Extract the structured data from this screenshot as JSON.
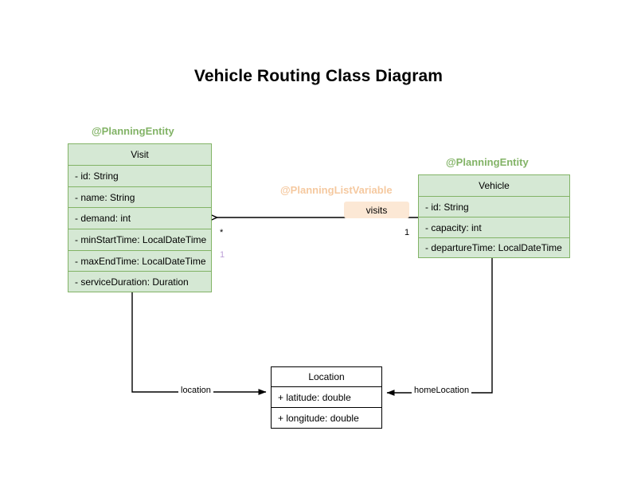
{
  "title": "Vehicle Routing Class Diagram",
  "classes": {
    "visit": {
      "annotation": "@PlanningEntity",
      "name": "Visit",
      "attributes": [
        "- id: String",
        "- name: String",
        "- demand: int",
        "- minStartTime: LocalDateTime",
        "- maxEndTime: LocalDateTime",
        "- serviceDuration: Duration"
      ]
    },
    "vehicle": {
      "annotation": "@PlanningEntity",
      "name": "Vehicle",
      "attributes": [
        "- id: String",
        "- capacity: int",
        "- departureTime: LocalDateTime"
      ]
    },
    "location": {
      "annotation": "",
      "name": "Location",
      "attributes": [
        "+ latitude: double",
        "+ longitude: double"
      ]
    }
  },
  "relations": {
    "visits": {
      "annotation": "@PlanningListVariable",
      "label": "visits",
      "source_multiplicity": "1",
      "target_multiplicity": "*",
      "target_multiplicity_secondary": "1"
    },
    "visit_location": {
      "label": "location"
    },
    "vehicle_home_location": {
      "label": "homeLocation"
    }
  },
  "colors": {
    "entity_fill": "#d5e8d4",
    "entity_stroke": "#82b366",
    "annotation_green": "#82b366",
    "annotation_orange": "#f5c9a0",
    "chip_fill": "#fce8d5",
    "plain_stroke": "#000000",
    "multiplicity_violet": "#bb9ed6",
    "background": "#ffffff"
  }
}
